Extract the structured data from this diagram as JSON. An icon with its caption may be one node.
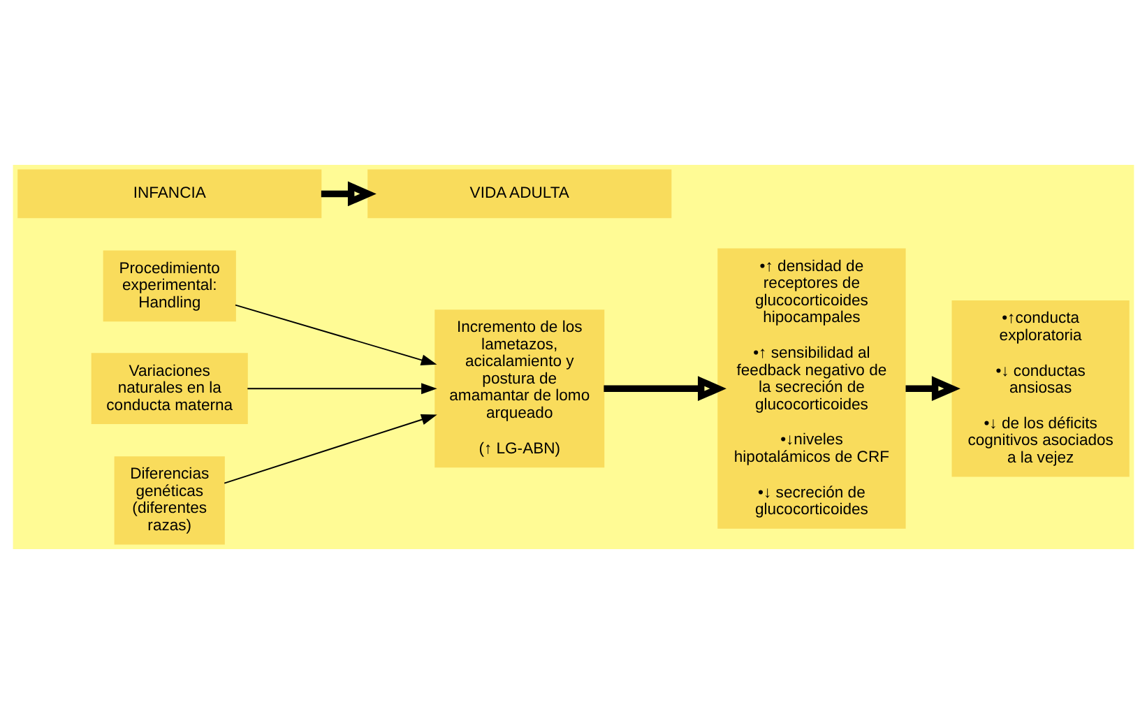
{
  "diagram": {
    "nodes": [
      {
        "text": [
          "Procedimiento experimental: Handling"
        ]
      },
      {
        "text": [
          "Variaciones naturales en la conducta materna"
        ]
      },
      {
        "text": [
          "Diferencias genéticas (diferentes razas)"
        ]
      },
      {
        "text": [
          "Incremento de los lametazos, acicalamiento y postura de amamantar de lomo arqueado",
          "(↑ LG-ABN)"
        ]
      },
      {
        "text": [
          "•↑ densidad de receptores de glucocorticoides hipocampales",
          "•↑ sensibilidad al feedback negativo de la secreción de glucocorticoides",
          "•↓niveles hipotalámicos de CRF",
          "•↓ secreción de glucocorticoides"
        ]
      },
      {
        "text": [
          "•↑conducta exploratoria",
          "•↓ conductas ansiosas",
          "•↓ de los déficits cognitivos asociados a la vejez"
        ]
      },
      {
        "text": [
          "INFANCIA"
        ]
      },
      {
        "text": [
          "VIDA ADULTA"
        ]
      }
    ],
    "edges": [
      {
        "from": 0,
        "to": 3,
        "arrow": "to"
      },
      {
        "from": 1,
        "to": 3,
        "arrow": "to"
      },
      {
        "from": 2,
        "to": 3,
        "arrow": "to"
      },
      {
        "from": 3,
        "to": 4,
        "arrow": "to",
        "style": "thick"
      },
      {
        "from": 4,
        "to": 5,
        "arrow": "to",
        "style": "thick"
      },
      {
        "from": 6,
        "to": 7,
        "arrow": "to",
        "style": "thick"
      }
    ]
  }
}
